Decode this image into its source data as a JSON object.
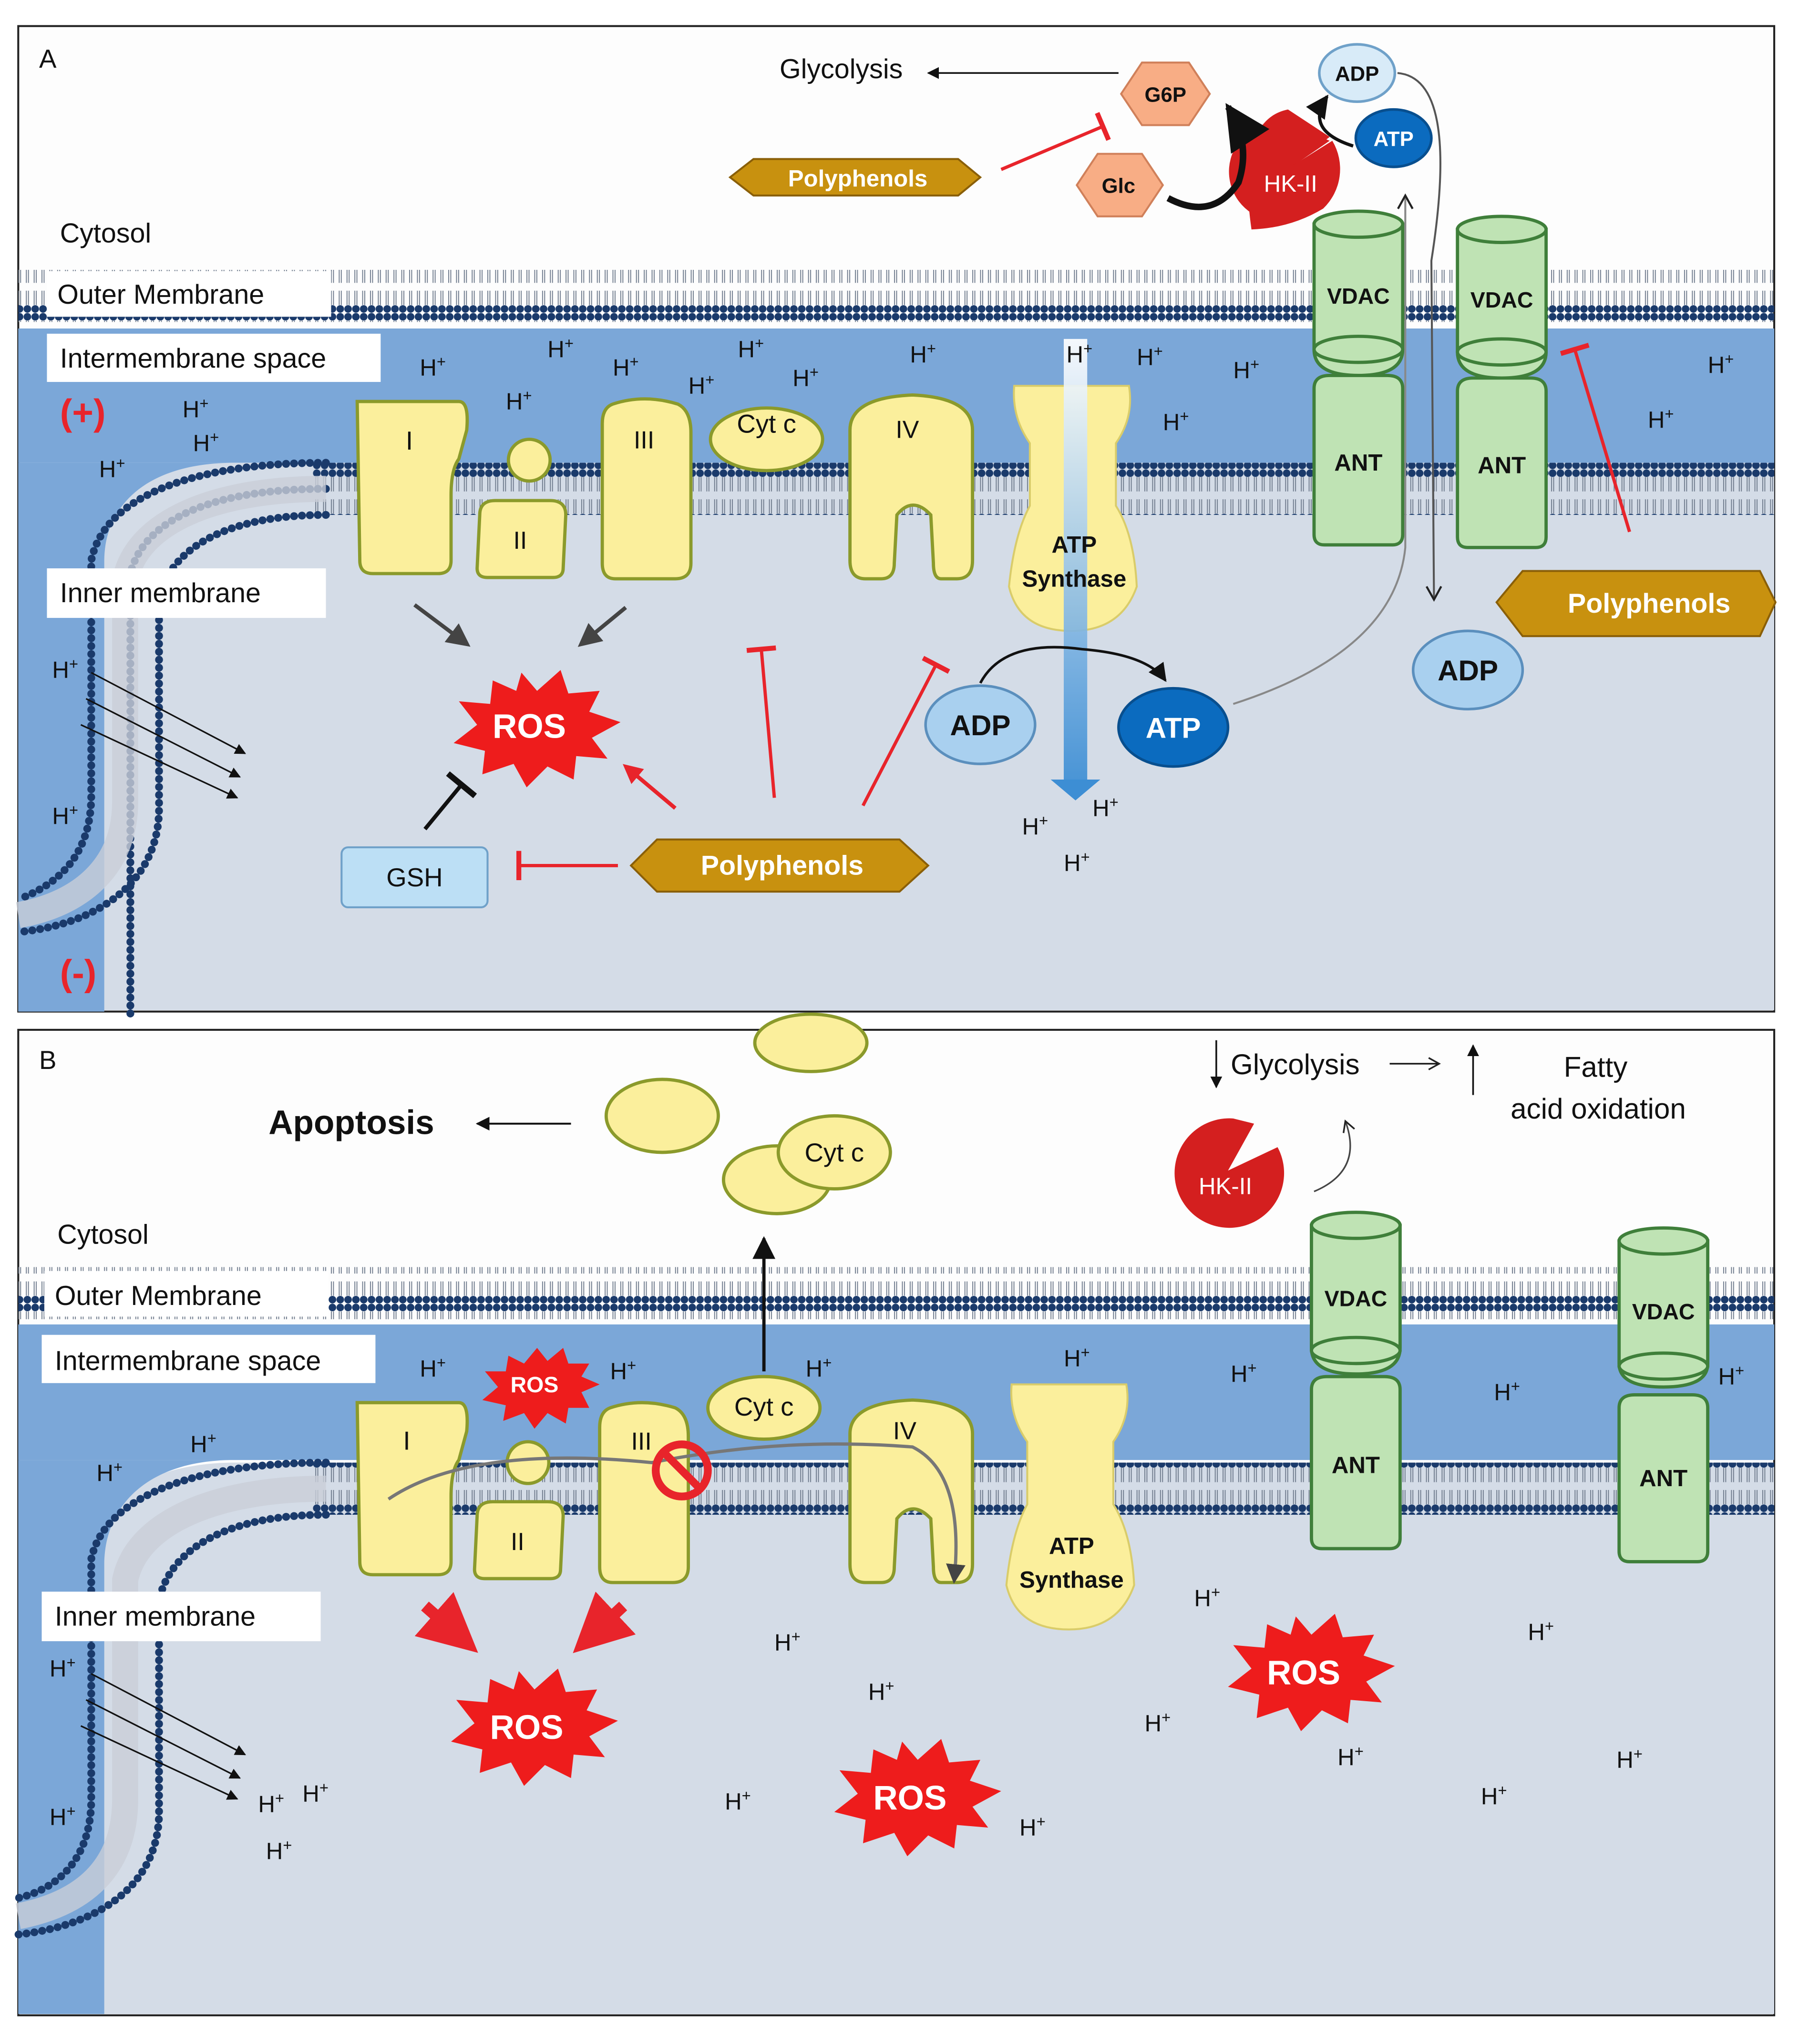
{
  "panels": [
    {
      "letter": "A",
      "regions": {
        "cytosol": "Cytosol",
        "outer_membrane": "Outer Membrane",
        "intermembrane_space": "Intermembrane space",
        "inner_membrane": "Inner membrane"
      },
      "charge": {
        "positive": "(+)",
        "negative": "(-)"
      },
      "complexes": {
        "c1": "I",
        "c2": "II",
        "c3": "III",
        "c4": "IV",
        "cytc": "Cyt c"
      },
      "atp_synthase": {
        "line1": "ATP",
        "line2": "Synthase"
      },
      "transporters": {
        "vdac": "VDAC",
        "ant": "ANT"
      },
      "metabolites": {
        "glycolysis": "Glycolysis",
        "g6p": "G6P",
        "glc": "Glc",
        "hk2": "HK-II",
        "adp": "ADP",
        "atp": "ATP"
      },
      "polyphenols": "Polyphenols",
      "ros": "ROS",
      "gsh": "GSH",
      "proton": "H",
      "proton_charge": "+"
    },
    {
      "letter": "B",
      "regions": {
        "cytosol": "Cytosol",
        "outer_membrane": "Outer Membrane",
        "intermembrane_space": "Intermembrane space",
        "inner_membrane": "Inner membrane"
      },
      "complexes": {
        "c1": "I",
        "c2": "II",
        "c3": "III",
        "c4": "IV",
        "cytc1": "Cyt c",
        "cytc2": "Cyt c"
      },
      "atp_synthase": {
        "line1": "ATP",
        "line2": "Synthase"
      },
      "transporters": {
        "vdac": "VDAC",
        "ant": "ANT"
      },
      "apoptosis": "Apoptosis",
      "glycolysis": "Glycolysis",
      "fatty_acid_line1": "Fatty",
      "fatty_acid_line2": "acid oxidation",
      "hk2": "HK-II",
      "ros": "ROS",
      "proton": "H",
      "proton_charge": "+"
    }
  ],
  "colors": {
    "ims_blue": "#7ba7d8",
    "matrix_grey": "#d4dce7",
    "cytosol": "#fdfdfd",
    "bead": "#1a3a6b",
    "complex_fill": "#fbef9c",
    "complex_stroke": "#8b9a2b",
    "transporter_fill": "#bfe3b4",
    "transporter_stroke": "#3f7f3a",
    "polyphenol_fill": "#c8910f",
    "polyphenol_stroke": "#8a5f08",
    "ros_red": "#ee1c1c",
    "inhibit_red": "#e8242b",
    "adp_light": "#a9d0ef",
    "atp_dark": "#0b6bbf",
    "hex_orange": "#f8ad85",
    "hk2_red": "#d41f1f",
    "gsh_fill": "#bcdff5"
  }
}
